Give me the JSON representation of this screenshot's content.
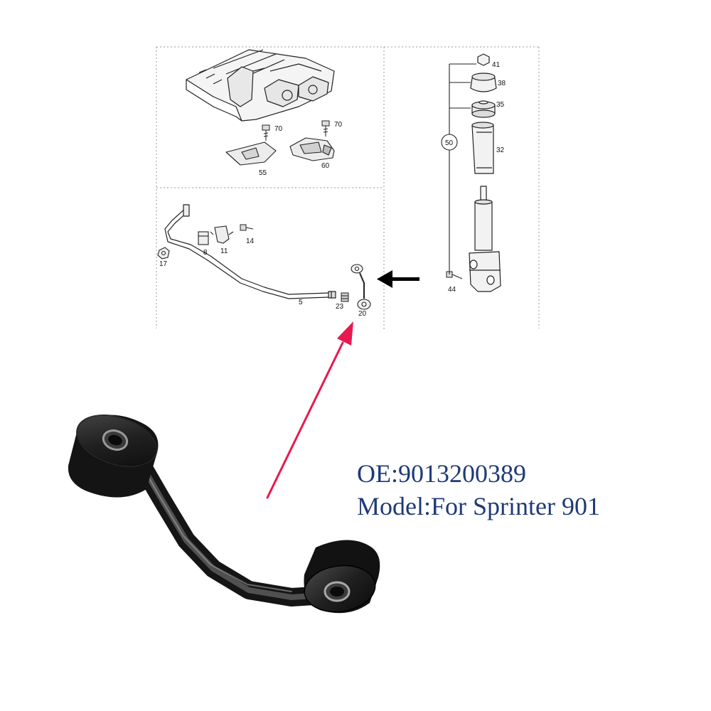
{
  "diagram": {
    "labels": {
      "n70a": "70",
      "n70b": "70",
      "n55": "55",
      "n60": "60",
      "n8": "8",
      "n11": "11",
      "n14": "14",
      "n17": "17",
      "n5": "5",
      "n23": "23",
      "n20": "20",
      "n41": "41",
      "n38": "38",
      "n35": "35",
      "n50": "50",
      "n32": "32",
      "n44": "44"
    }
  },
  "product": {
    "oe_line": "OE:9013200389",
    "model_line": "Model:For Sprinter 901"
  },
  "colors": {
    "callout_arrow": "#e8194f",
    "pointer_arrow": "#000000",
    "product_text": "#1f3a78",
    "panel_border": "#9a9a9a"
  }
}
